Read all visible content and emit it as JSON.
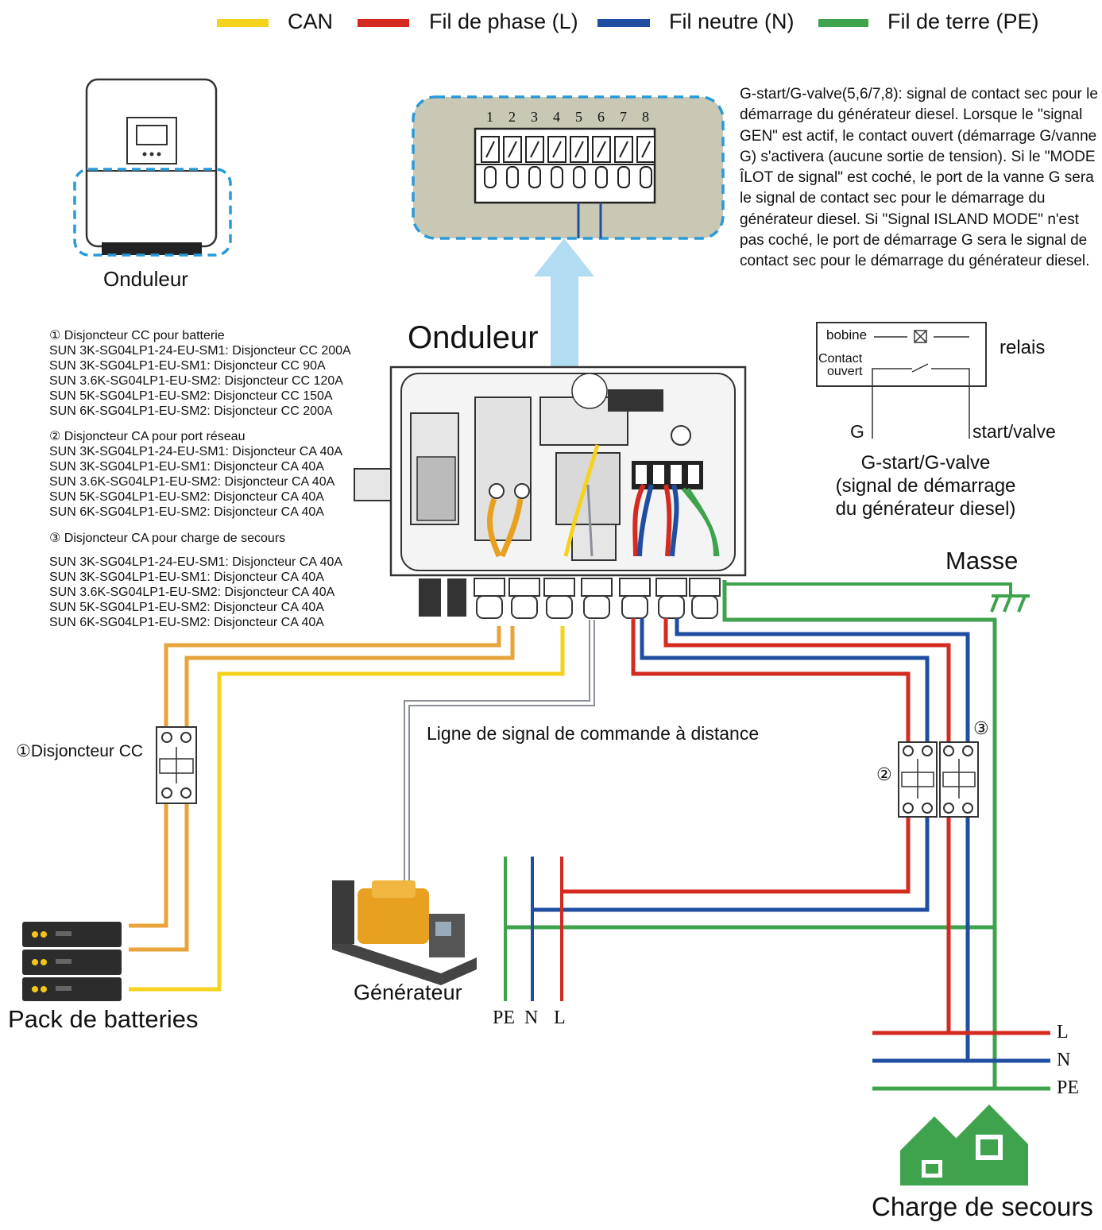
{
  "legend": {
    "can": {
      "label": "CAN",
      "color": "#f5d21c"
    },
    "phase": {
      "label": "Fil de phase (L)",
      "color": "#d42a20"
    },
    "neutral": {
      "label": "Fil neutre (N)",
      "color": "#1f4ea0"
    },
    "earth": {
      "label": "Fil de terre (PE)",
      "color": "#3fa34d"
    }
  },
  "inverter_small_label": "Onduleur",
  "inverter_main_label": "Onduleur",
  "terminal_numbers": [
    "1",
    "2",
    "3",
    "4",
    "5",
    "6",
    "7",
    "8"
  ],
  "gstart_description": "G-start/G-valve(5,6/7,8): signal de contact sec pour le démarrage du générateur diesel. Lorsque le \"signal GEN\" est actif, le contact ouvert (démarrage G/vanne G) s'activera (aucune sortie de tension). Si le \"MODE ÎLOT de signal\" est coché, le port de la vanne G sera le signal de contact sec pour le démarrage du générateur diesel. Si \"Signal ISLAND MODE\" n'est pas coché, le port de démarrage G sera le signal de contact sec pour le démarrage du générateur diesel.",
  "relay": {
    "coil_label": "bobine",
    "contact_label_1": "Contact",
    "contact_label_2": "ouvert",
    "relay_label": "relais",
    "g_label": "G",
    "start_valve_label": "start/valve",
    "caption_line1": "G-start/G-valve",
    "caption_line2": "(signal de démarrage",
    "caption_line3": "du générateur diesel)"
  },
  "breaker_specs": {
    "dc": {
      "title": "① Disjoncteur CC pour batterie",
      "lines": [
        "SUN 3K-SG04LP1-24-EU-SM1: Disjoncteur CC 200A",
        "SUN 3K-SG04LP1-EU-SM1: Disjoncteur CC 90A",
        "SUN 3.6K-SG04LP1-EU-SM2: Disjoncteur CC 120A",
        "SUN 5K-SG04LP1-EU-SM2: Disjoncteur CC 150A",
        "SUN 6K-SG04LP1-EU-SM2: Disjoncteur CC 200A"
      ]
    },
    "grid": {
      "title": "② Disjoncteur CA pour port réseau",
      "lines": [
        "SUN 3K-SG04LP1-24-EU-SM1: Disjoncteur CA 40A",
        "SUN 3K-SG04LP1-EU-SM1: Disjoncteur CA 40A",
        "SUN 3.6K-SG04LP1-EU-SM2: Disjoncteur CA 40A",
        "SUN 5K-SG04LP1-EU-SM2: Disjoncteur CA 40A",
        "SUN 6K-SG04LP1-EU-SM2: Disjoncteur CA 40A"
      ]
    },
    "backup": {
      "title": "③ Disjoncteur CA pour charge de secours",
      "lines": [
        "SUN 3K-SG04LP1-24-EU-SM1: Disjoncteur CA 40A",
        "SUN 3K-SG04LP1-EU-SM1: Disjoncteur CA 40A",
        "SUN 3.6K-SG04LP1-EU-SM2: Disjoncteur CA 40A",
        "SUN 5K-SG04LP1-EU-SM2: Disjoncteur CA 40A",
        "SUN 6K-SG04LP1-EU-SM2: Disjoncteur CA 40A"
      ]
    }
  },
  "masse_label": "Masse",
  "remote_signal_label": "Ligne de signal de commande à distance",
  "dc_breaker_label": "①Disjoncteur CC",
  "marker_2": "②",
  "marker_3": "③",
  "battery_label": "Pack de batteries",
  "generator_label": "Générateur",
  "grid_labels": {
    "pe": "PE",
    "n": "N",
    "l": "L"
  },
  "load_labels": {
    "l": "L",
    "n": "N",
    "pe": "PE"
  },
  "backup_load_label": "Charge de secours",
  "colors": {
    "dc_orange": "#e8a33a",
    "signal_grey": "#8a8f9a",
    "gen_orange": "#e8a020",
    "house_green": "#3fa34d"
  }
}
